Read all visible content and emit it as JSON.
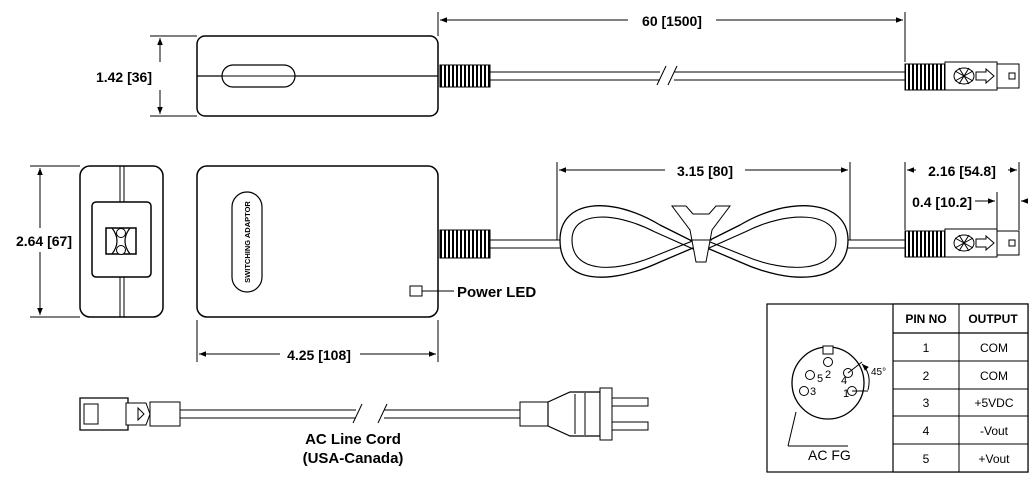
{
  "dimensions": {
    "cable_length": "60 [1500]",
    "height": "1.42 [36]",
    "width": "2.64 [67]",
    "length": "4.25 [108]",
    "coil": "3.15 [80]",
    "plug_length": "2.16 [54.8]",
    "plug_tip": "0.4 [10.2]"
  },
  "labels": {
    "adapter_text": "SWITCHING ADAPTOR",
    "power_led": "Power LED",
    "ac_cord_line1": "AC Line Cord",
    "ac_cord_line2": "(USA-Canada)",
    "ac_fg": "AC FG",
    "angle": "45°"
  },
  "connector_pins": [
    "5",
    "2",
    "4",
    "3",
    "1"
  ],
  "pin_table": {
    "headers": [
      "PIN NO",
      "OUTPUT"
    ],
    "rows": [
      [
        "1",
        "COM"
      ],
      [
        "2",
        "COM"
      ],
      [
        "3",
        "+5VDC"
      ],
      [
        "4",
        "-Vout"
      ],
      [
        "5",
        "+Vout"
      ]
    ]
  }
}
